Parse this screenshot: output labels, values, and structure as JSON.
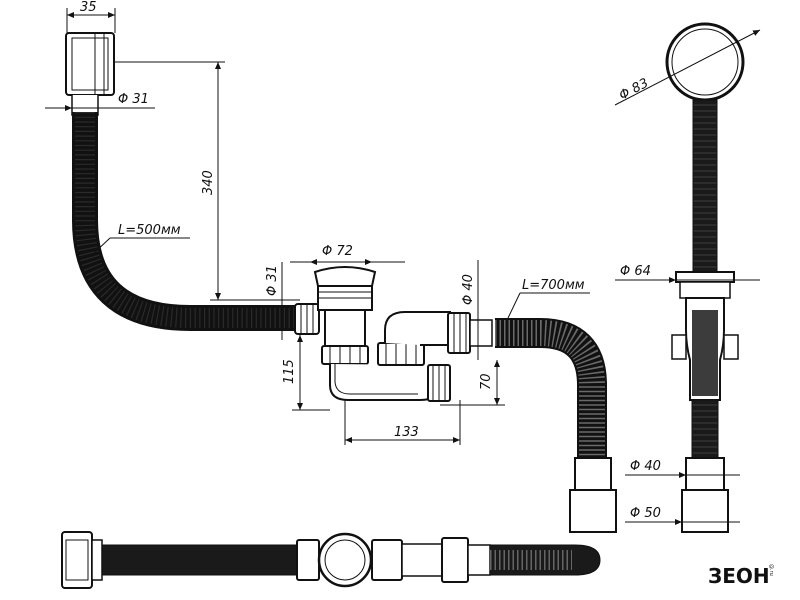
{
  "dimensions": {
    "top_width": "35",
    "overflow_dia": "Φ 31",
    "height_340": "340",
    "hose_left": "L=500мм",
    "drain_outlet_dia": "Φ 31",
    "drain_dia": "Φ 72",
    "height_115": "115",
    "outlet_dia_40": "Φ 40",
    "hose_right": "L=700мм",
    "height_70": "70",
    "width_133": "133",
    "right_dia_83": "Φ 83",
    "right_dia_64": "Φ 64",
    "pipe_dia_40": "Φ 40",
    "pipe_dia_50": "Φ 50"
  },
  "logo": {
    "text": "ЗЕОН",
    "sub": "@.ru"
  },
  "colors": {
    "line": "#111111",
    "hose": "#1a1a1a",
    "fill_light": "#ffffff"
  }
}
